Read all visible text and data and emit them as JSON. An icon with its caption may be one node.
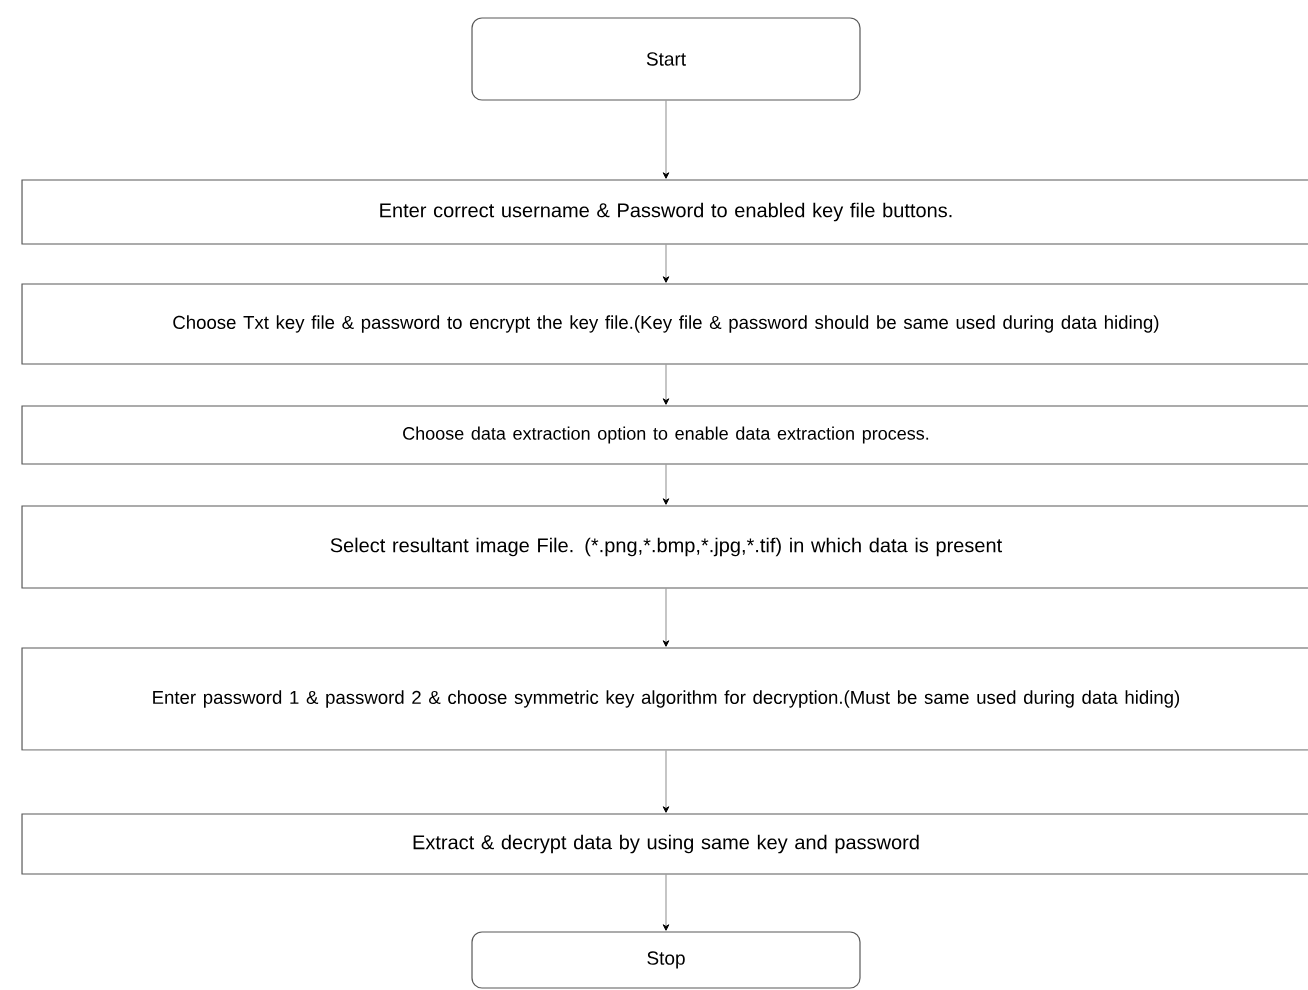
{
  "diagram": {
    "nodes": [
      {
        "text": [
          "Start"
        ]
      },
      {
        "text": [
          "Enter correct username & Password to enabled key file buttons."
        ]
      },
      {
        "text": [
          "Choose Txt key file & password to encrypt the key file.(Key file & password should be same used during data hiding)"
        ]
      },
      {
        "text": [
          "Choose data extraction option to enable data extraction process."
        ]
      },
      {
        "text": [
          "Select resultant image File. (*.png,*.bmp,*.jpg,*.tif) in which data is present"
        ]
      },
      {
        "text": [
          "Enter password 1 & password 2 & choose symmetric key algorithm for decryption.(Must be same used during data hiding)"
        ]
      },
      {
        "text": [
          "Extract & decrypt data by using same key and password"
        ]
      },
      {
        "text": [
          "Stop"
        ]
      }
    ],
    "edges": [
      {
        "from": 0,
        "to": 1,
        "arrow": "to"
      },
      {
        "from": 1,
        "to": 2,
        "arrow": "to"
      },
      {
        "from": 2,
        "to": 3,
        "arrow": "to"
      },
      {
        "from": 3,
        "to": 4,
        "arrow": "to"
      },
      {
        "from": 4,
        "to": 5,
        "arrow": "to"
      },
      {
        "from": 5,
        "to": 6,
        "arrow": "to"
      },
      {
        "from": 6,
        "to": 7,
        "arrow": "to"
      }
    ]
  }
}
